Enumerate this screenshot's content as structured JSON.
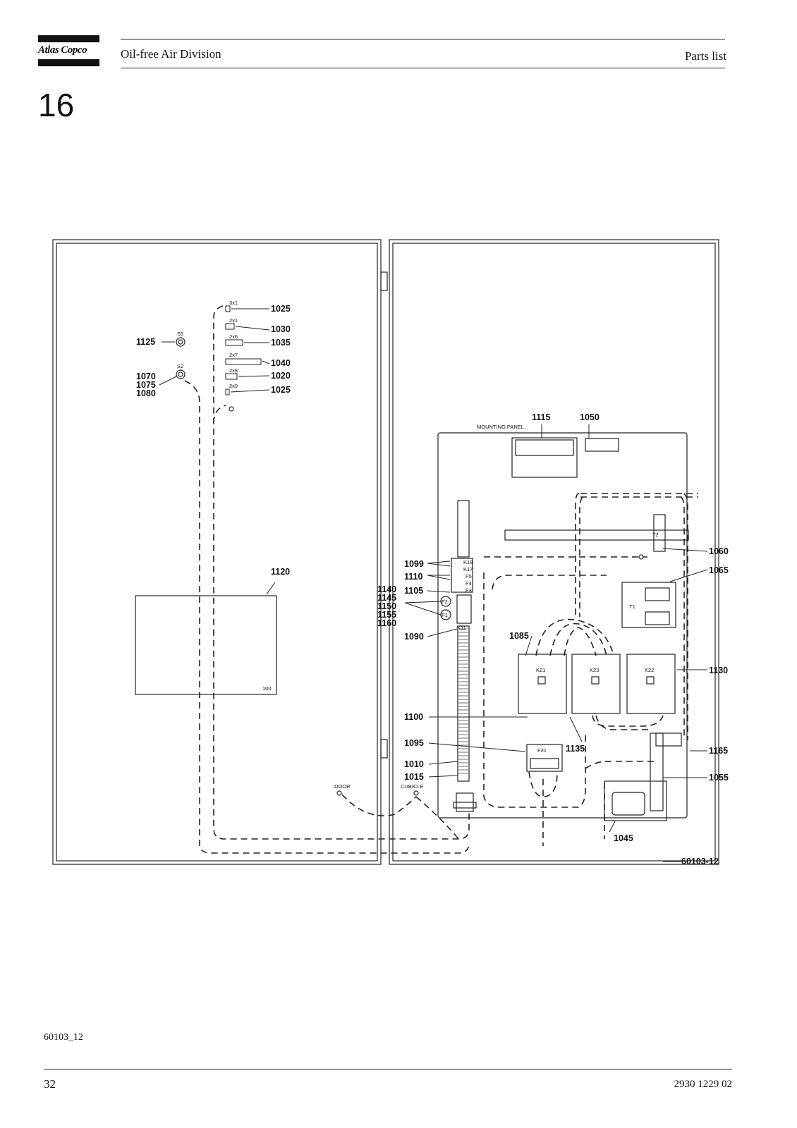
{
  "header": {
    "brand": "Atlas Copco",
    "division": "Oil-free Air Division",
    "section_title": "Parts list"
  },
  "section_number": "16",
  "figure": {
    "mounting_panel_label": "MOUNTING PANEL",
    "figure_ref": "60103-12",
    "door_label": "DOOR",
    "cubicle_label": "CUBICLE",
    "door_panel_ref": "100",
    "switch_labels": [
      "S5",
      "S2"
    ],
    "terminal_labels": [
      "3x1",
      "2x1",
      "2x6",
      "2x7",
      "2x8",
      "2x9"
    ],
    "component_labels": [
      "K18",
      "K17",
      "F5",
      "F4",
      "F3",
      "F2",
      "F1",
      "K11",
      "K21",
      "K23",
      "K22",
      "F21",
      "T1",
      "T2"
    ],
    "callouts": {
      "c1025a": "1025",
      "c1030": "1030",
      "c1035": "1035",
      "c1040": "1040",
      "c1020": "1020",
      "c1025b": "1025",
      "c1125": "1125",
      "c1070": "1070",
      "c1075": "1075",
      "c1080": "1080",
      "c1120": "1120",
      "c1115": "1115",
      "c1050": "1050",
      "c1099": "1099",
      "c1110": "1110",
      "c1105": "1105",
      "c1140": "1140",
      "c1145": "1145",
      "c1150": "1150",
      "c1155": "1155",
      "c1160": "1160",
      "c1090": "1090",
      "c1085": "1085",
      "c1060": "1060",
      "c1065": "1065",
      "c1130": "1130",
      "c1100": "1100",
      "c1135": "1135",
      "c1095": "1095",
      "c1010": "1010",
      "c1015": "1015",
      "c1165": "1165",
      "c1055": "1055",
      "c1045": "1045"
    }
  },
  "footer": {
    "figure_ref": "60103_12",
    "page_number": "32",
    "doc_number": "2930 1229 02"
  }
}
